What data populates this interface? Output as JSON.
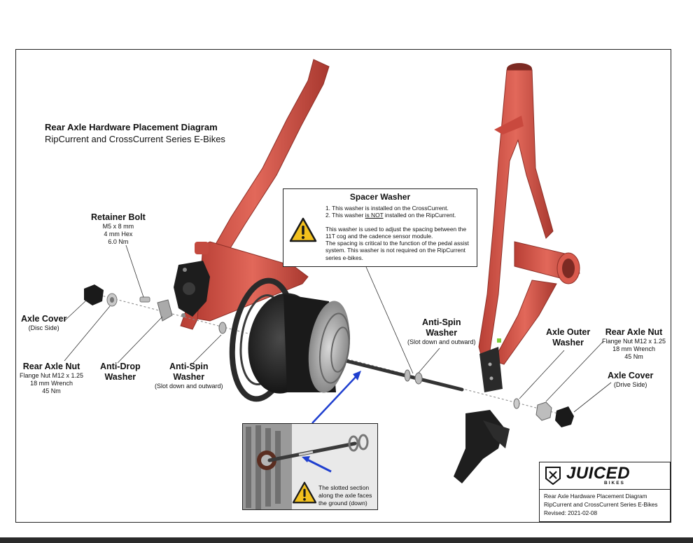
{
  "title": {
    "main": "Rear Axle Hardware Placement Diagram",
    "sub": "RipCurrent and CrossCurrent Series E-Bikes"
  },
  "labels": {
    "retainer_bolt": {
      "name": "Retainer Bolt",
      "spec1": "M5 x 8 mm",
      "spec2": "4 mm Hex",
      "spec3": "6.0 Nm"
    },
    "axle_cover_disc": {
      "name": "Axle Cover",
      "note": "(Disc Side)"
    },
    "rear_axle_nut_left": {
      "name": "Rear Axle Nut",
      "spec1": "Flange Nut M12 x 1.25",
      "spec2": "18 mm Wrench",
      "spec3": "45 Nm"
    },
    "anti_drop_washer": {
      "line1": "Anti-Drop",
      "line2": "Washer"
    },
    "anti_spin_left": {
      "line1": "Anti-Spin",
      "line2": "Washer",
      "note": "(Slot down and outward)"
    },
    "anti_spin_right": {
      "line1": "Anti-Spin",
      "line2": "Washer",
      "note": "(Slot down and outward)"
    },
    "axle_outer_washer": {
      "line1": "Axle Outer",
      "line2": "Washer"
    },
    "rear_axle_nut_right": {
      "name": "Rear Axle Nut",
      "spec1": "Flange Nut M12 x 1.25",
      "spec2": "18 mm Wrench",
      "spec3": "45 Nm"
    },
    "axle_cover_drive": {
      "name": "Axle Cover",
      "note": "(Drive Side)"
    }
  },
  "spacer_washer": {
    "title": "Spacer Washer",
    "item1": "1. This washer is installed on the CrossCurrent.",
    "item2_pre": "2. This washer ",
    "item2_emph": "is NOT",
    "item2_post": " installed on the RipCurrent.",
    "para1": "This washer is used to adjust the spacing between the 11T cog and the cadence sensor module.",
    "para2": "The spacing is critical to the function of the pedal assist system. This washer is not required on the RipCurrent series e-bikes."
  },
  "inset": {
    "note": "The slotted section along the axle faces the ground (down)"
  },
  "logo": {
    "wordmark": "JUICED",
    "sub": "BIKES",
    "info1": "Rear Axle Hardware Placement Diagram",
    "info2": "RipCurrent and CrossCurrent Series E-Bikes",
    "info3": "Revised:  2021-02-08"
  },
  "colors": {
    "frame_red": "#d9564a",
    "frame_red_dark": "#a8382f",
    "warning_yellow": "#f2c01d",
    "arrow_blue": "#1f3fcf"
  },
  "icons": [
    "warning-icon",
    "juiced-logo-icon"
  ]
}
